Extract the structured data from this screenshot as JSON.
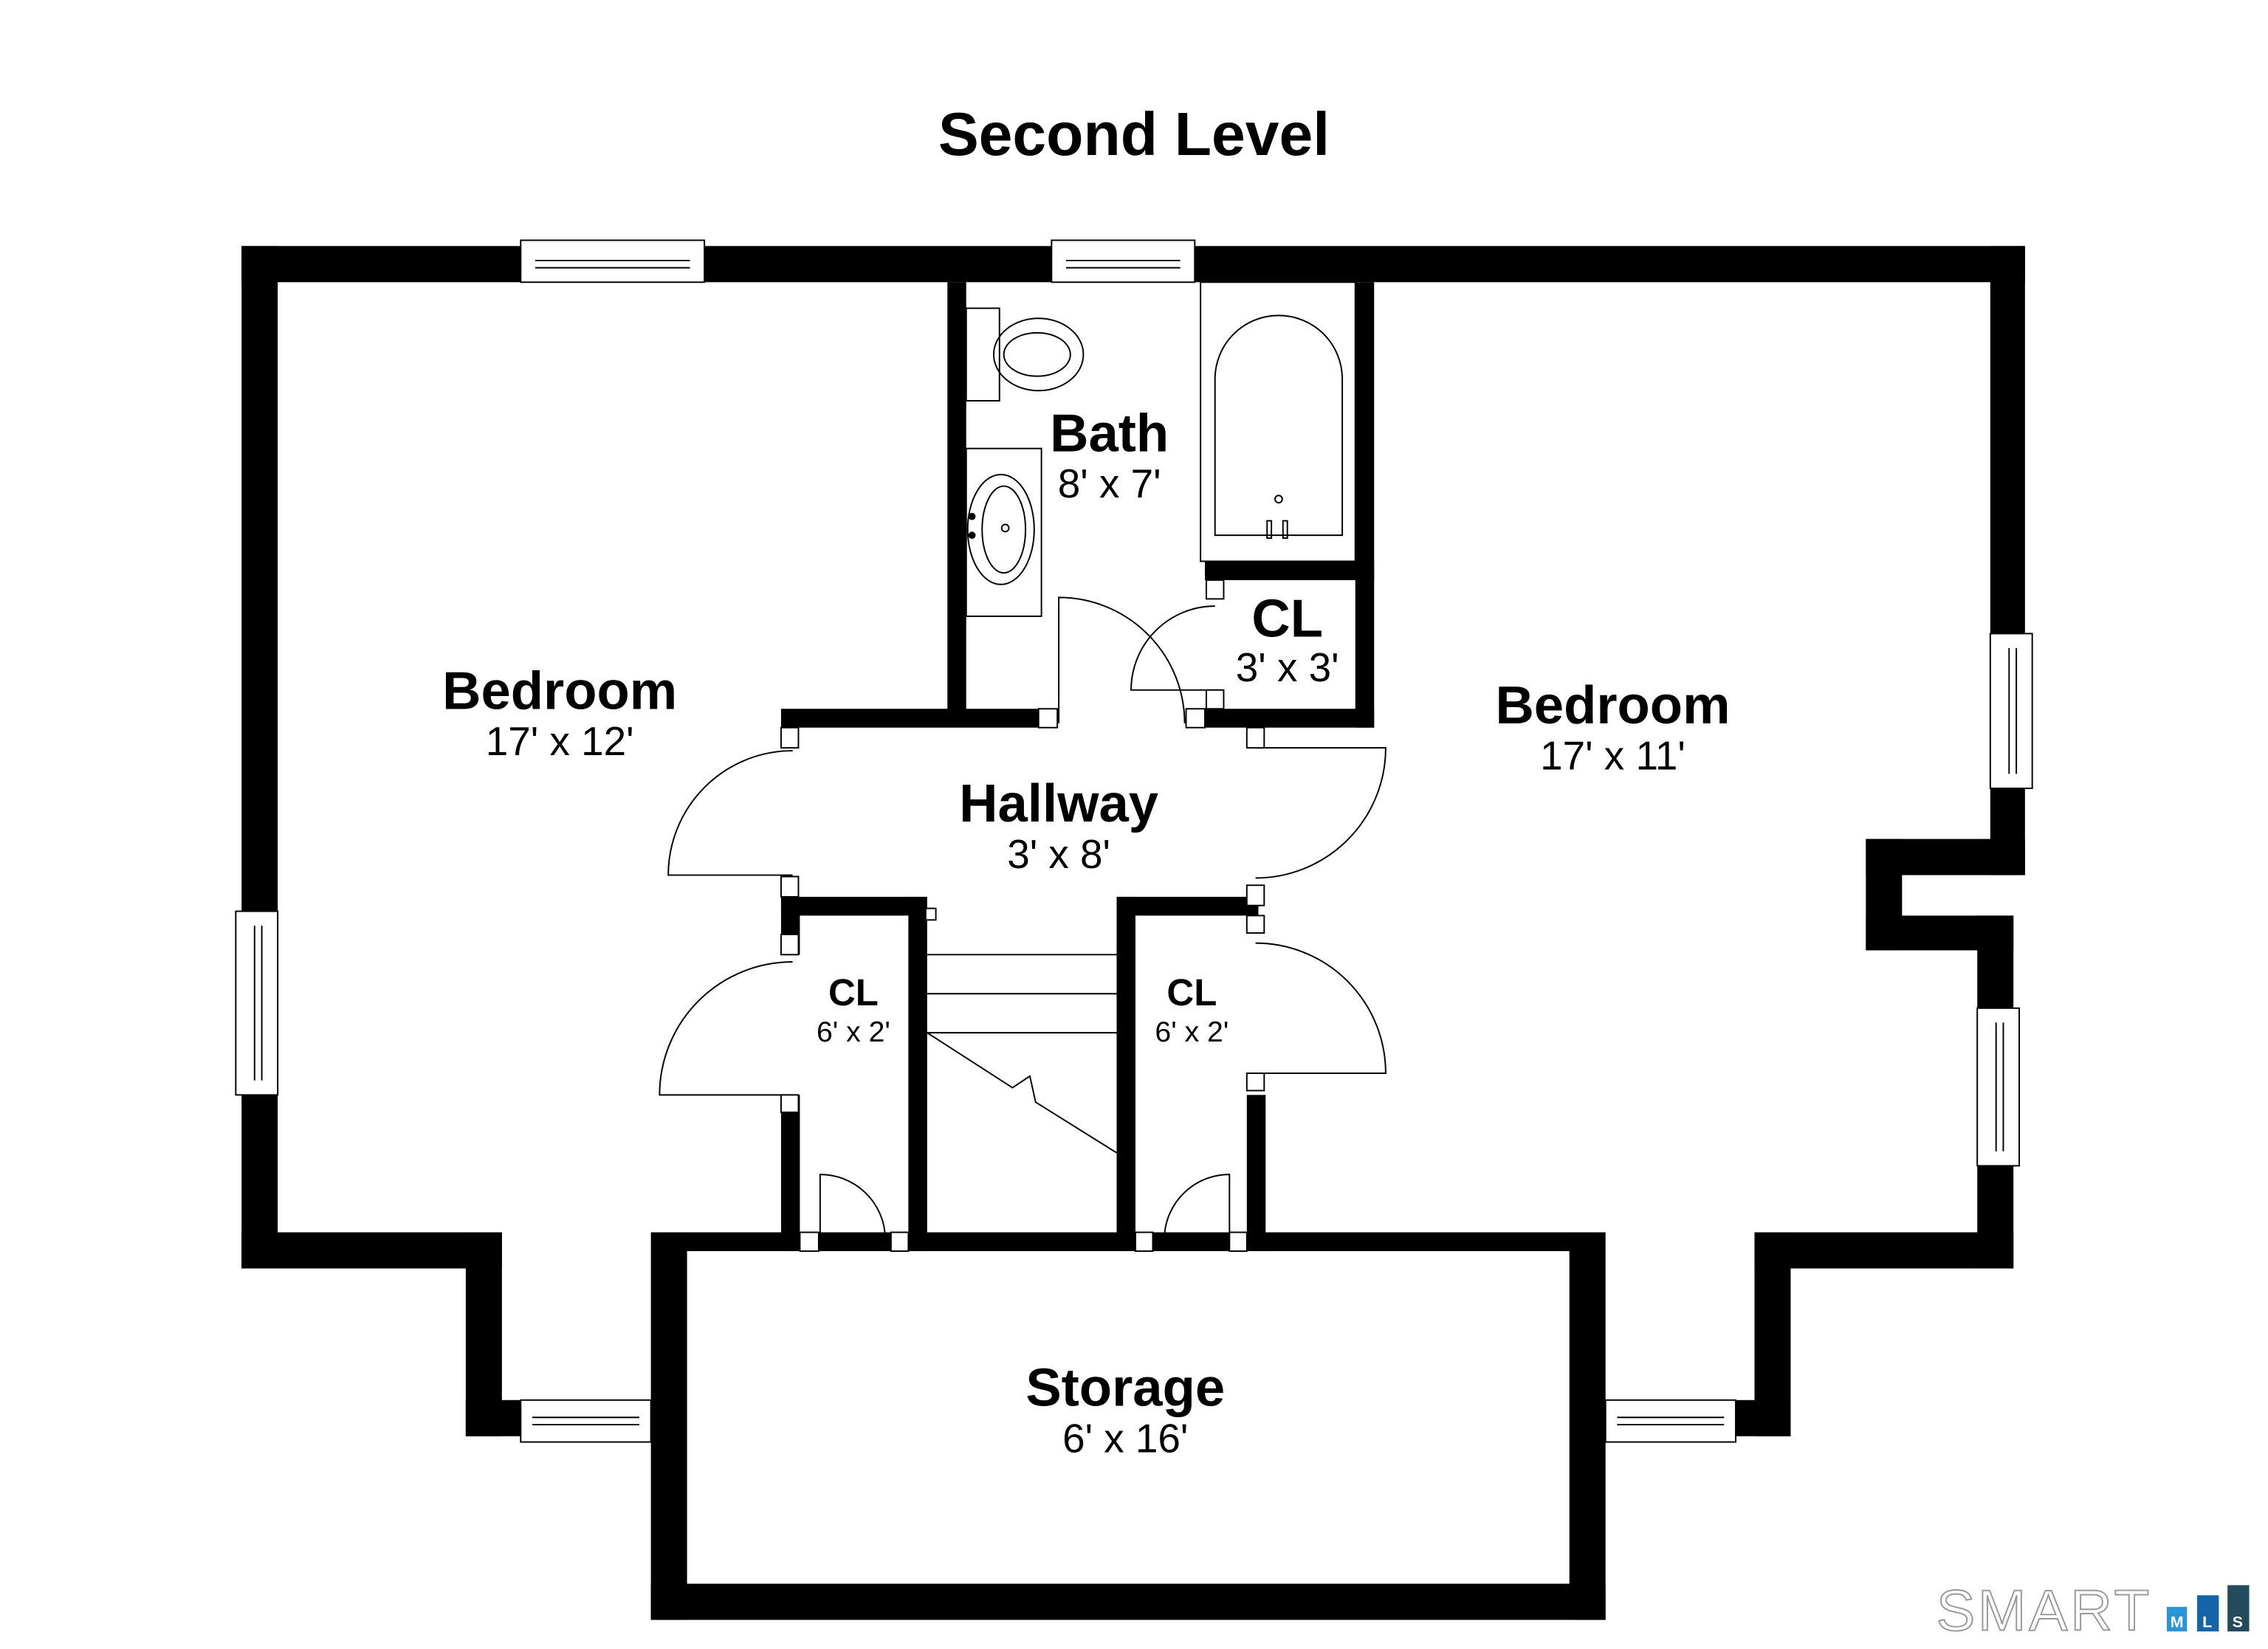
{
  "title": "Second Level",
  "rooms": {
    "bedroom_left": {
      "name": "Bedroom",
      "dims": "17' x 12'"
    },
    "bath": {
      "name": "Bath",
      "dims": "8' x 7'"
    },
    "closet_bath": {
      "name": "CL",
      "dims": "3' x 3'"
    },
    "bedroom_right": {
      "name": "Bedroom",
      "dims": "17' x 11'"
    },
    "hallway": {
      "name": "Hallway",
      "dims": "3' x 8'"
    },
    "closet_left": {
      "name": "CL",
      "dims": "6' x 2'"
    },
    "closet_right": {
      "name": "CL",
      "dims": "6' x 2'"
    },
    "storage": {
      "name": "Storage",
      "dims": "6' x 16'"
    }
  },
  "watermark": {
    "text": "SMART",
    "letters": [
      "M",
      "L",
      "S"
    ],
    "colors": [
      "#2a94d6",
      "#1565a6",
      "#234b5c"
    ]
  }
}
